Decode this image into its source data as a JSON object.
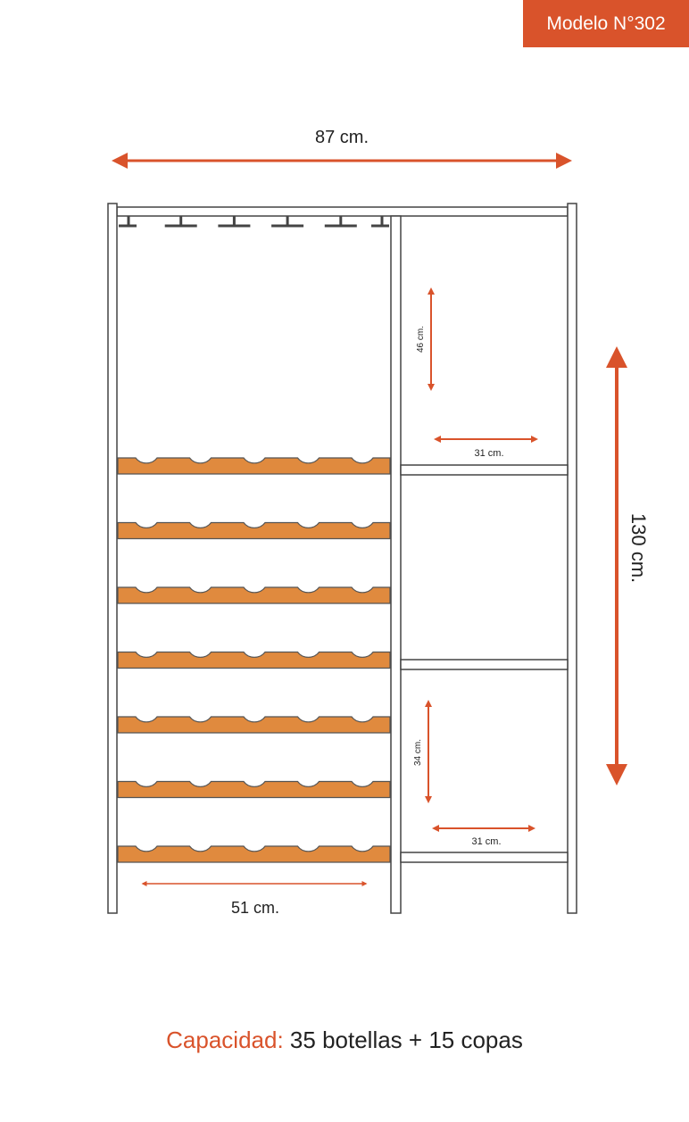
{
  "model_badge": "Modelo N°302",
  "dimensions": {
    "total_width": "87 cm.",
    "total_height": "130 cm.",
    "left_section_width": "51 cm.",
    "top_cubby_height": "46 cm.",
    "top_cubby_width": "31 cm.",
    "bottom_cubby_height": "34 cm.",
    "bottom_cubby_width": "31 cm."
  },
  "capacity": {
    "label": "Capacidad:",
    "value": "35 botellas + 15 copas"
  },
  "structure": {
    "bottle_shelves": 7,
    "bottles_per_shelf": 5,
    "glass_hangers": 6
  },
  "colors": {
    "accent": "#d9532b",
    "shelf": "#e08a3e",
    "frame": "#444444"
  }
}
